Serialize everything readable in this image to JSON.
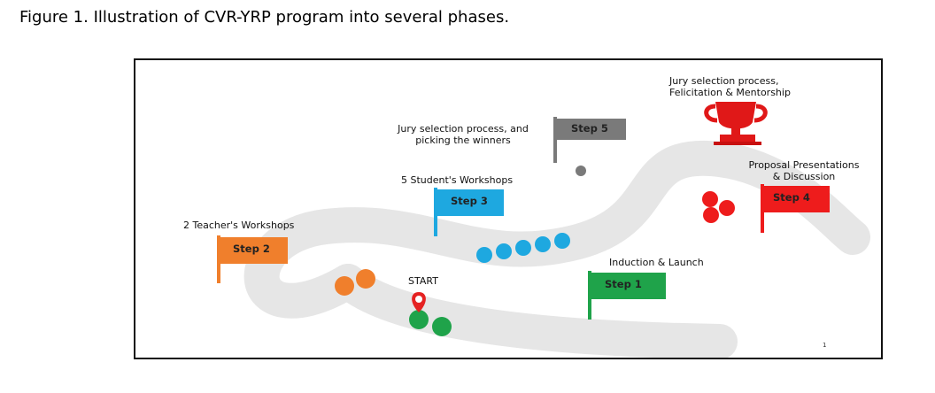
{
  "caption": {
    "label": "Figure 1.",
    "text": " Illustration of CVR-YRP program into several phases."
  },
  "steps": [
    {
      "flag": "Step 1",
      "label": "Induction & Launch",
      "color": "#1fa34a"
    },
    {
      "flag": "Step 2",
      "label": "2 Teacher's Workshops",
      "color": "#f07f2c"
    },
    {
      "flag": "Step 3",
      "label": "5 Student's Workshops",
      "color": "#1ea8e0"
    },
    {
      "flag": "Step 4",
      "label_line1": "Proposal Presentations",
      "label_line2": "& Discussion",
      "color": "#ee1c1c"
    },
    {
      "flag": "Step 5",
      "label_line1": "Jury selection process, and",
      "label_line2": "picking the winners",
      "color": "#7a7a7a"
    }
  ],
  "trophy": {
    "label_line1": "Jury selection process,",
    "label_line2": "Felicitation & Mentorship",
    "icon": "trophy-icon",
    "color": "#e01818"
  },
  "start": {
    "label": "START",
    "icon": "location-pin-icon",
    "color": "#e52222"
  },
  "page_number": "1",
  "road_color": "#e6e6e6"
}
